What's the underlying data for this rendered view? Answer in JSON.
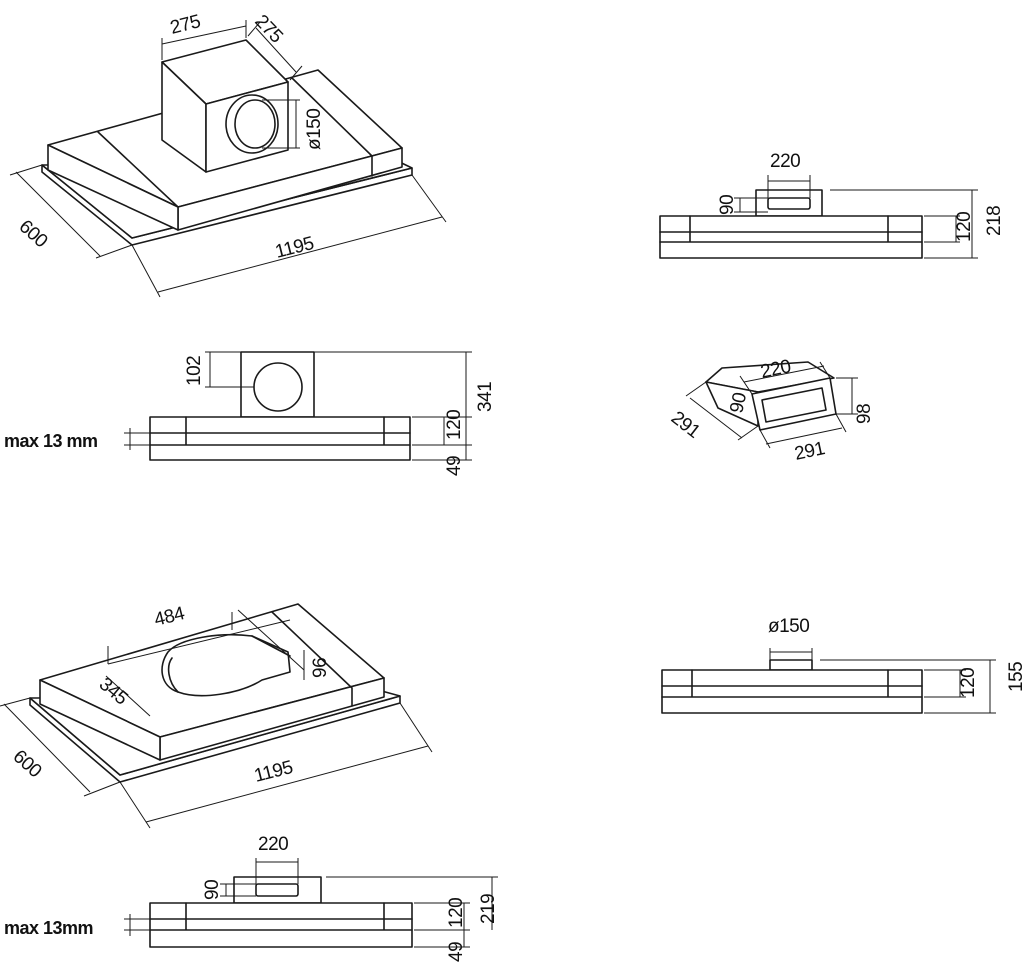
{
  "drawing_a_iso": {
    "box_width": "275",
    "box_depth": "275",
    "outlet_diameter": "ø150",
    "hood_depth": "600",
    "hood_length": "1195"
  },
  "drawing_a_side": {
    "outlet_center_height": "102",
    "overall_height": "341",
    "body_height": "120",
    "lower_height": "49",
    "max_label": "max 13 mm"
  },
  "drawing_b_side": {
    "duct_width": "220",
    "duct_height": "90",
    "body_height": "120",
    "overall_height": "218"
  },
  "drawing_c_iso": {
    "duct_width": "220",
    "duct_height": "90",
    "side_depth": "291",
    "front_width": "291",
    "front_height": "98"
  },
  "drawing_d_side": {
    "outlet_diameter": "ø150",
    "body_height": "120",
    "overall_height": "155"
  },
  "drawing_e_iso": {
    "plenum_length": "484",
    "plenum_depth": "345",
    "plenum_height": "96",
    "hood_depth": "600",
    "hood_length": "1195"
  },
  "drawing_f_side": {
    "duct_width": "220",
    "duct_height": "90",
    "body_height": "120",
    "lower_height": "49",
    "overall_height": "219",
    "max_label": "max 13mm"
  }
}
